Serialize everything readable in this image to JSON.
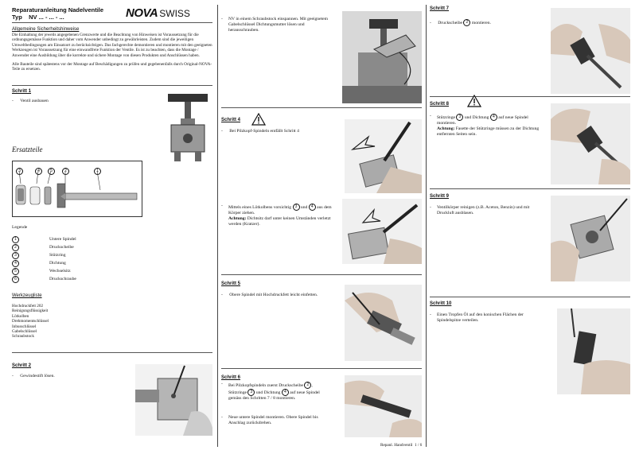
{
  "header": {
    "title_line1": "Reparaturanleitung Nadelventile",
    "title_line2": "Typ    NV ... - ... - ...",
    "logo_text_nova": "NOVA",
    "logo_text_swiss": "SWISS"
  },
  "safety": {
    "heading": "Allgemeine Sicherheitshinweise",
    "para1": "Die Einhaltung der jeweils angegebenen Grenzwerte und die Beachtung von Hinweisen ist Voraussetzung für die ordnungsgemässe Funktion und daher vom Anwender unbedingt zu gewährleisten. Zudem sind die jeweiligen Umweltbedingungen am Einsatzort zu berücksichtigen. Das fachgerechte demontieren und montieren mit den geeigneten Werkzeugen ist Voraussetzung für eine einwandfreie Funktion der Ventile. Es ist zu beachten, dass die Montage / Anwender eine Ausbildung über die korrekte und sichere Montage von diesen Produkten und Anschlüssen haben.",
    "para2": "Alle Bauteile sind spätestens vor der Montage auf Beschädigungen zu prüfen und gegebenenfalls durch Original-NOVA-Teile zu ersetzen."
  },
  "step1": {
    "heading": "Schritt 1",
    "text": "Ventil ausbauen"
  },
  "ersatzteile": {
    "heading": "Ersatzteile",
    "part_numbers": [
      "3",
      "4",
      "5",
      "2",
      "1"
    ]
  },
  "legende": {
    "heading": "Legende",
    "items": [
      {
        "num": "1",
        "label": "Untere Spindel"
      },
      {
        "num": "2",
        "label": "Druckscheibe"
      },
      {
        "num": "3",
        "label": "Stützring"
      },
      {
        "num": "4",
        "label": "Dichtung"
      },
      {
        "num": "5",
        "label": "Wechselsitz"
      },
      {
        "num": "6",
        "label": "Druckschraube"
      }
    ]
  },
  "werkzeugliste": {
    "heading": "Werkzeugliste",
    "items": [
      "Hochdruckfett 202",
      "Reinigungsflüssigkeit",
      "Lötkolben",
      "Drehmomentschlüssel",
      "Inbusschlüssel",
      "Gabelschlüssel",
      "Schraubstock"
    ]
  },
  "step2": {
    "heading": "Schritt 2",
    "text": "Gewindestift lösen."
  },
  "step3": {
    "text": "NV in einem Schraubstock einspannen. Mit geeignetem Gabelschlüssel Dichtungsmutter lösen und herausschrauben."
  },
  "step4": {
    "heading": "Schritt 4",
    "text1": "Bei Pilzkopf-Spindeln entfällt Schritt 4",
    "text2a": "Mittels eines Lötkolbens vorsichtig",
    "text2b": "und",
    "text2c": "aus dem Körper ziehen.",
    "num_a": "3",
    "num_b": "4",
    "note_label": "Achtung:",
    "note_text": "Dichtsitz darf unter keinen Umständen verletzt werden (Kratzer)."
  },
  "step5": {
    "heading": "Schritt 5",
    "text": "Obere Spindel mit Hochdruckfett leicht einfetten."
  },
  "step6": {
    "heading": "Schritt 6",
    "text1a": "Bei Pilzkopfspindeln zuerst Druckscheibe",
    "num_2": "2",
    "text1b": ", Stützringe",
    "num_3": "3",
    "text1c": "und Dichtung",
    "num_4": "4",
    "text1d": "auf neue Spindel gemäss den Schritten 7 / 8 montieren.",
    "text2": "Neue untere Spindel montieren. Obere Spindel bis Anschlag zurückdrehen."
  },
  "step7": {
    "heading": "Schritt 7",
    "text_a": "Druckscheibe",
    "num": "2",
    "text_b": "montieren."
  },
  "step8": {
    "heading": "Schritt 8",
    "text_a": "Stützringe",
    "num_a": "3",
    "text_b": "und Dichtung",
    "num_b": "4",
    "text_c": "auf neue Spindel montieren.",
    "note_label": "Achtung:",
    "note_text": "Fasette der Stützringe müssen zu der Dichtung entfernten Seiten sein."
  },
  "step9": {
    "heading": "Schritt 9",
    "text": "Ventilkörper reinigen (z.B. Aceton, Benzin) und mit Druckluft ausblasen."
  },
  "step10": {
    "heading": "Schritt 10",
    "text": "Einen Tropfen Öl auf den konischen Flächen der Spindelspitze verteilen."
  },
  "footer": {
    "doc": "Repanl. Handventil",
    "page": "1 / 6"
  }
}
